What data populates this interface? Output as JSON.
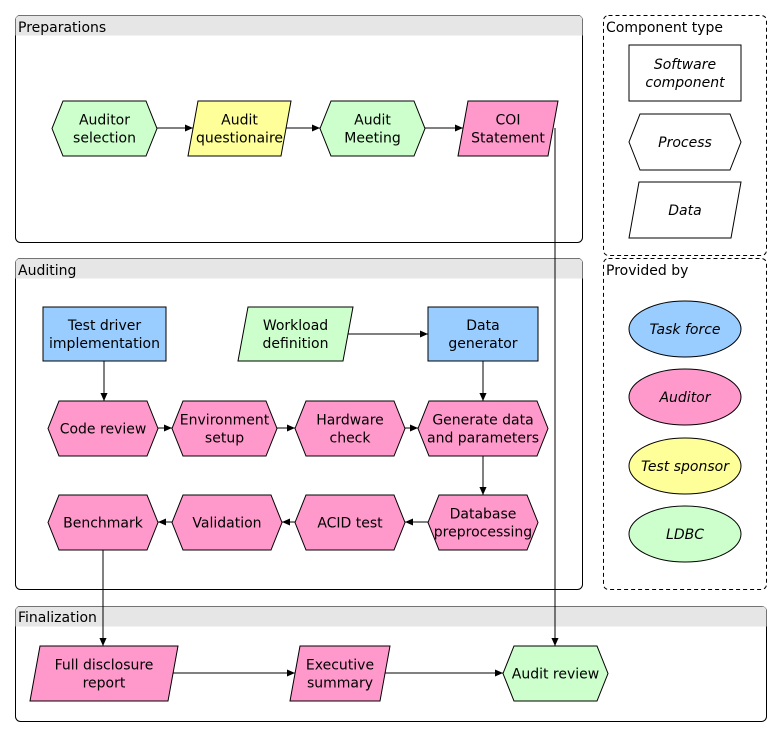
{
  "panels": {
    "preparations": "Preparations",
    "auditing": "Auditing",
    "finalization": "Finalization"
  },
  "legend": {
    "component_type": {
      "title": "Component type",
      "software": [
        "Software",
        "component"
      ],
      "process": "Process",
      "data": "Data"
    },
    "provided_by": {
      "title": "Provided by",
      "task_force": "Task force",
      "auditor": "Auditor",
      "test_sponsor": "Test sponsor",
      "ldbc": "LDBC"
    }
  },
  "colors": {
    "task_force": "#99ccff",
    "auditor": "#ff99cc",
    "test_sponsor": "#ffff99",
    "ldbc": "#ccffcc",
    "panel_header": "#e6e6e6"
  },
  "nodes": {
    "auditor_selection": [
      "Auditor",
      "selection"
    ],
    "audit_questionaire": [
      "Audit",
      "questionaire"
    ],
    "audit_meeting": [
      "Audit",
      "Meeting"
    ],
    "coi_statement": [
      "COI",
      "Statement"
    ],
    "test_driver": [
      "Test driver",
      "implementation"
    ],
    "workload_definition": [
      "Workload",
      "definition"
    ],
    "data_generator": [
      "Data",
      "generator"
    ],
    "code_review": [
      "Code review"
    ],
    "environment_setup": [
      "Environment",
      "setup"
    ],
    "hardware_check": [
      "Hardware",
      "check"
    ],
    "generate_data": [
      "Generate data",
      "and parameters"
    ],
    "database_preprocessing": [
      "Database",
      "preprocessing"
    ],
    "acid_test": [
      "ACID test"
    ],
    "validation": [
      "Validation"
    ],
    "benchmark": [
      "Benchmark"
    ],
    "full_disclosure": [
      "Full disclosure",
      "report"
    ],
    "executive_summary": [
      "Executive",
      "summary"
    ],
    "audit_review": [
      "Audit review"
    ]
  }
}
